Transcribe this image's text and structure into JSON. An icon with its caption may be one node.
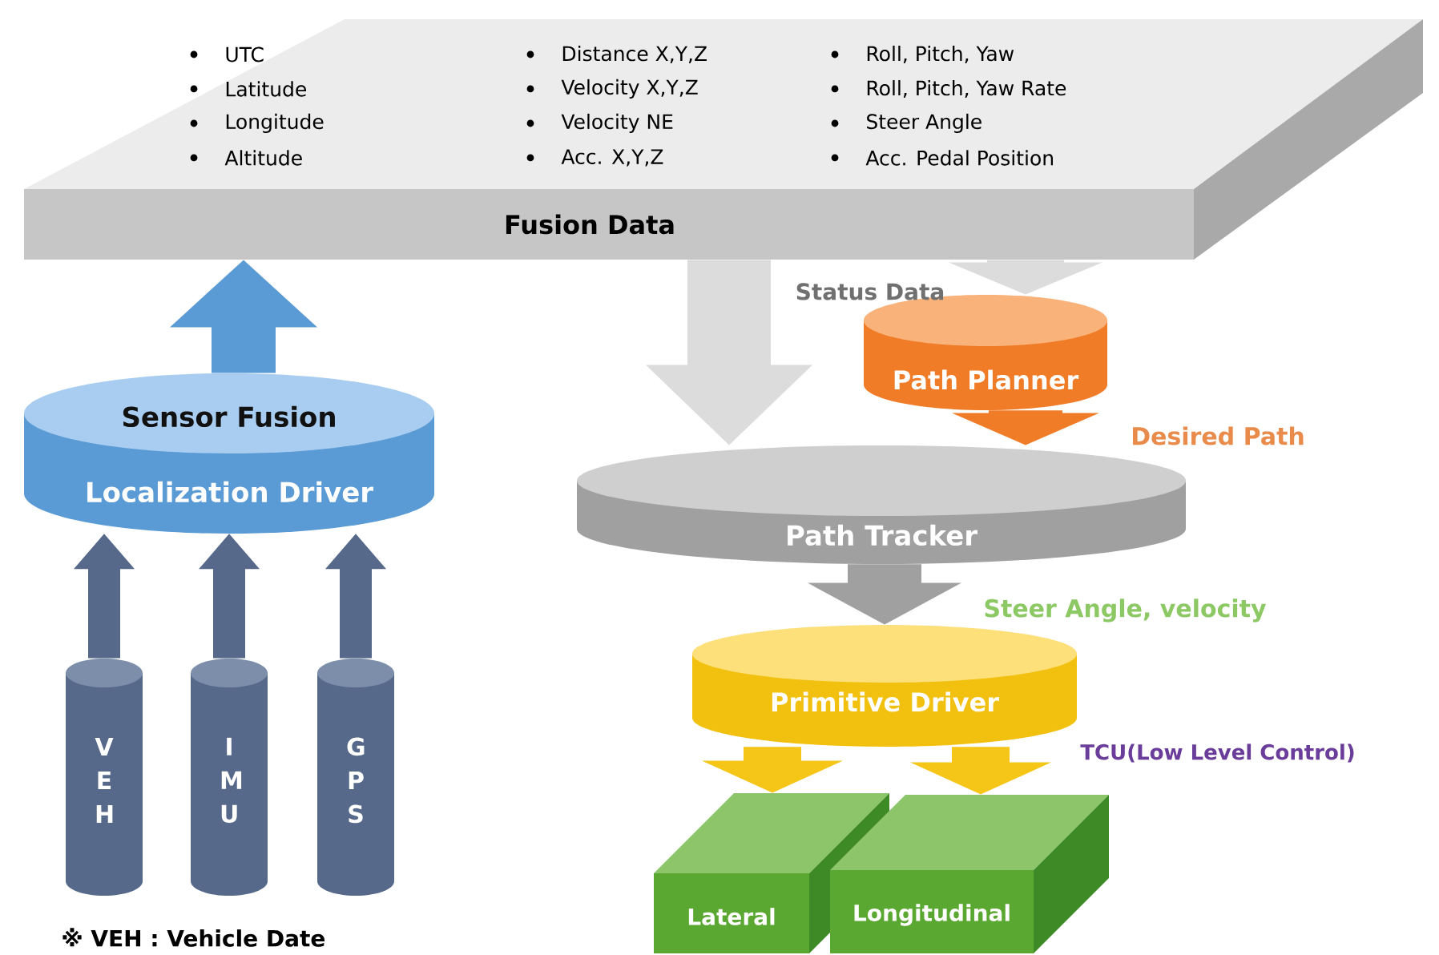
{
  "diagram": {
    "nodes": [
      {
        "text": [
          "UTC",
          "Latitude",
          "Longitude",
          "Altitude",
          "Distance X,Y,Z",
          "Velocity X,Y,Z",
          "Velocity NE",
          "Acc. X,Y,Z",
          "Roll, Pitch, Yaw",
          "Roll, Pitch, Yaw Rate",
          "Steer Angle",
          "Acc. Pedal Position",
          "Fusion Data"
        ]
      },
      {
        "text": [
          "Sensor Fusion",
          "Localization Driver"
        ]
      },
      {
        "text": [
          "V E H"
        ]
      },
      {
        "text": [
          "I M U"
        ]
      },
      {
        "text": [
          "G P S"
        ]
      },
      {
        "text": [
          "Path Planner"
        ]
      },
      {
        "text": [
          "Path Tracker"
        ]
      },
      {
        "text": [
          "Primitive Driver"
        ]
      },
      {
        "text": [
          "Lateral"
        ]
      },
      {
        "text": [
          "Longitudinal"
        ]
      }
    ],
    "edges": [
      {
        "from": 1,
        "to": 0,
        "arrow": "to",
        "color": "#5b9bd5"
      },
      {
        "from": 2,
        "to": 1,
        "arrow": "to",
        "color": "#56698a"
      },
      {
        "from": 3,
        "to": 1,
        "arrow": "to",
        "color": "#56698a"
      },
      {
        "from": 4,
        "to": 1,
        "arrow": "to",
        "color": "#56698a"
      },
      {
        "from": 0,
        "to": 6,
        "arrow": "to",
        "label": "Status Data",
        "color": "#dcdcdc"
      },
      {
        "from": 0,
        "to": 5,
        "arrow": "to",
        "color": "#dcdcdc"
      },
      {
        "from": 5,
        "to": 6,
        "arrow": "to",
        "label": "Desired Path",
        "color": "#f07c28"
      },
      {
        "from": 6,
        "to": 7,
        "arrow": "to",
        "label": "Steer Angle, velocity",
        "color": "#a0a0a0"
      },
      {
        "from": 7,
        "to": 8,
        "arrow": "to",
        "color": "#f5c518"
      },
      {
        "from": 7,
        "to": 9,
        "arrow": "to",
        "label": "TCU(Low Level Control)",
        "color": "#f5c518"
      }
    ],
    "labels": [
      "※ VEH : Vehicle Date"
    ]
  }
}
